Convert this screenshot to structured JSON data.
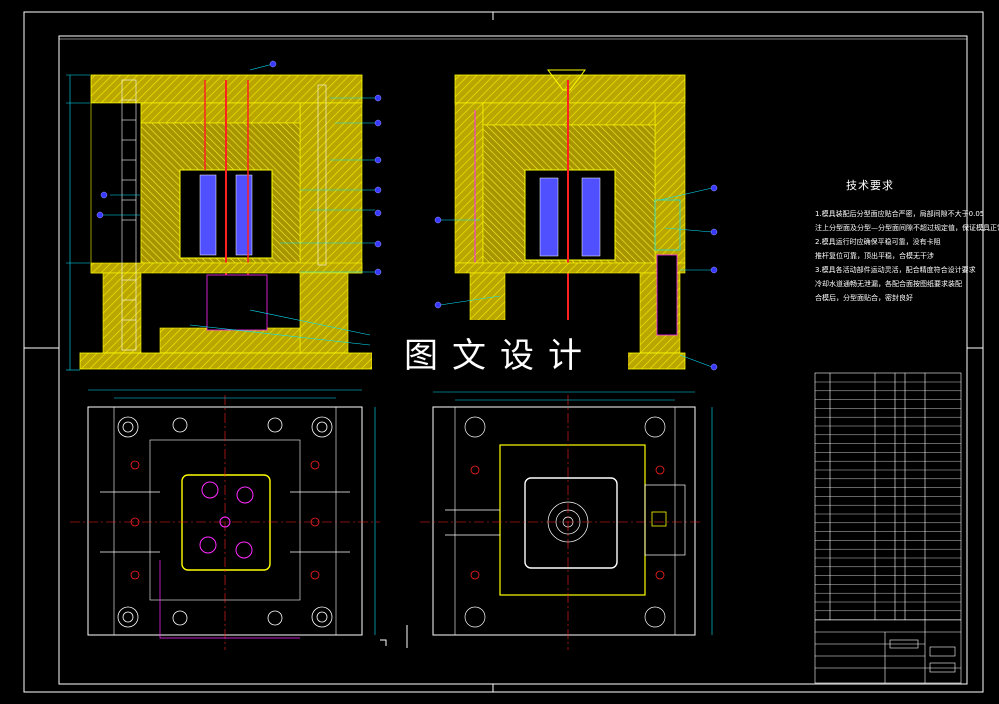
{
  "drawing": {
    "colors": {
      "background": "#000000",
      "frame": "#ffffff",
      "plate_fill": "#c8b400",
      "hatch": "#e6d800",
      "cyan": "#00e5ff",
      "magenta": "#ff2bff",
      "red": "#ff2020",
      "blue": "#2c2cff",
      "green": "#00c800"
    },
    "technical_requirements": {
      "title": "技术要求",
      "lines": [
        "1.模具装配后分型面应贴合严密，局部间隙不大于0.05",
        "注上分型面及分型—分型面间隙不超过规定值，保证模具正常运行",
        "2.模具运行时应确保平稳可靠，没有卡阻",
        "推杆复位可靠，顶出平稳，合模无干涉",
        "3.模具各活动部件运动灵活，配合精度符合设计要求",
        "冷却水道通畅无泄漏，各配合面按图纸要求装配",
        "合模后，分型面贴合，密封良好"
      ]
    },
    "watermark": "图文设计"
  }
}
